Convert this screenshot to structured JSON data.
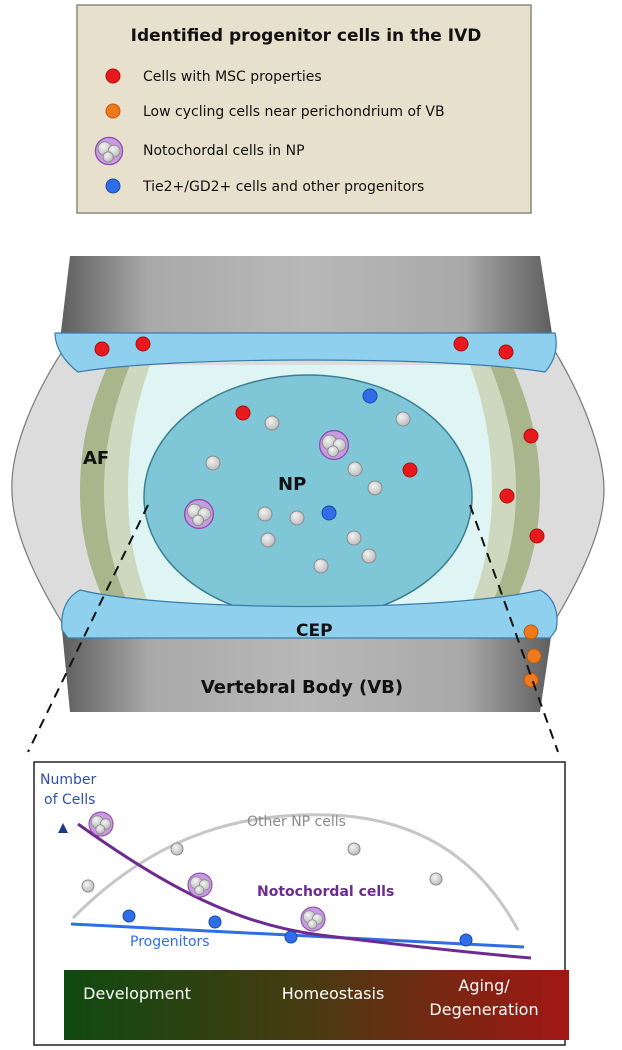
{
  "legend": {
    "title": "Identified progenitor cells in the IVD",
    "items": [
      {
        "label": "Cells with MSC properties",
        "color": "#e8191c"
      },
      {
        "label": "Low cycling cells near perichondrium of VB",
        "color": "#ee7a1b"
      },
      {
        "label": "Notochordal cells in NP",
        "color": "#b26cd6"
      },
      {
        "label": "Tie2+/GD2+ cells and other progenitors",
        "color": "#2f6ee8"
      }
    ]
  },
  "anatomy": {
    "af_label": "AF",
    "np_label": "NP",
    "cep_label": "CEP",
    "vb_label": "Vertebral Body (VB)"
  },
  "graph": {
    "y_axis_label_line1": "Number",
    "y_axis_label_line2": "of Cells",
    "curves": {
      "other_np": {
        "label": "Other NP cells",
        "color": "#c6c6c6"
      },
      "notochordal": {
        "label": "Notochordal cells",
        "color": "#6e2a8f"
      },
      "progenitors": {
        "label": "Progenitors",
        "color": "#2f6ee8"
      }
    },
    "stages": {
      "development": "Development",
      "homeostasis": "Homeostasis",
      "aging_line1": "Aging/",
      "aging_line2": "Degeneration"
    }
  }
}
